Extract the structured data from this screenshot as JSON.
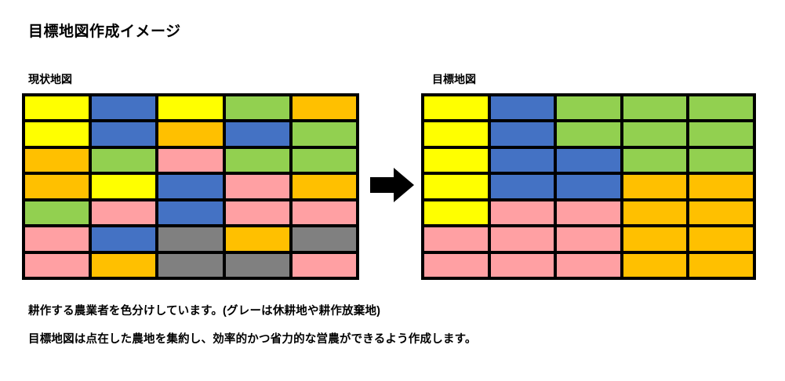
{
  "page": {
    "title": "目標地図作成イメージ",
    "background_color": "#FFFFFF"
  },
  "palette": {
    "yellow": "#FFFF00",
    "blue": "#4472C4",
    "green": "#92D050",
    "orange": "#FFC000",
    "pink": "#FFA0A3",
    "gray": "#808080",
    "border": "#000000"
  },
  "current_map": {
    "label": "現状地図",
    "rows": 7,
    "cols": 5,
    "cells": [
      [
        "yellow",
        "blue",
        "yellow",
        "green",
        "orange"
      ],
      [
        "yellow",
        "blue",
        "orange",
        "blue",
        "green"
      ],
      [
        "orange",
        "green",
        "pink",
        "green",
        "green"
      ],
      [
        "orange",
        "yellow",
        "blue",
        "pink",
        "orange"
      ],
      [
        "green",
        "pink",
        "blue",
        "pink",
        "pink"
      ],
      [
        "pink",
        "blue",
        "gray",
        "orange",
        "gray"
      ],
      [
        "pink",
        "orange",
        "gray",
        "gray",
        "pink"
      ]
    ]
  },
  "target_map": {
    "label": "目標地図",
    "rows": 7,
    "cols": 5,
    "cells": [
      [
        "yellow",
        "blue",
        "green",
        "green",
        "green"
      ],
      [
        "yellow",
        "blue",
        "green",
        "green",
        "green"
      ],
      [
        "yellow",
        "blue",
        "blue",
        "green",
        "green"
      ],
      [
        "yellow",
        "blue",
        "blue",
        "orange",
        "orange"
      ],
      [
        "yellow",
        "pink",
        "pink",
        "orange",
        "orange"
      ],
      [
        "pink",
        "pink",
        "pink",
        "orange",
        "orange"
      ],
      [
        "pink",
        "pink",
        "pink",
        "orange",
        "orange"
      ]
    ]
  },
  "arrow": {
    "icon": "right-arrow-icon",
    "color": "#000000"
  },
  "captions": {
    "legend": "耕作する農業者を色分けしています。(グレーは休耕地や耕作放棄地)",
    "purpose": "目標地図は点在した農地を集約し、効率的かつ省力的な営農ができるよう作成します。"
  }
}
